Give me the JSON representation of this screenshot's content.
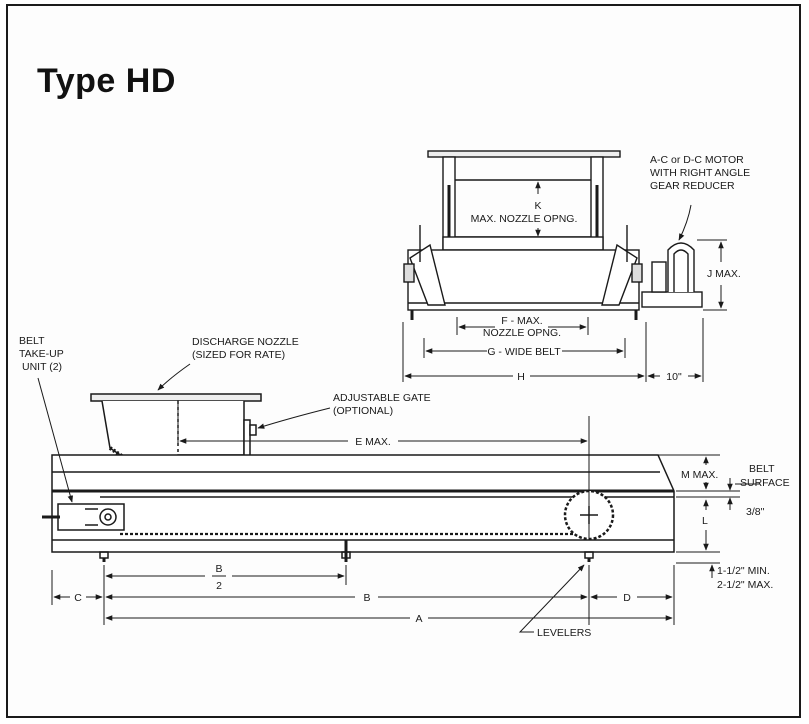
{
  "title": "Type HD",
  "labels": {
    "motor": [
      "A-C  or  D-C MOTOR",
      "WITH RIGHT ANGLE",
      "GEAR REDUCER"
    ],
    "k": [
      "K",
      "MAX. NOZZLE OPNG."
    ],
    "j": "J MAX.",
    "f": [
      "F - MAX.",
      "NOZZLE OPNG."
    ],
    "g": "G - WIDE BELT",
    "h": "H",
    "ten": "10\"",
    "take_up": [
      "BELT",
      "TAKE-UP",
      "UNIT (2)"
    ],
    "nozzle": [
      "DISCHARGE NOZZLE",
      "(SIZED FOR RATE)"
    ],
    "gate": [
      "ADJUSTABLE  GATE",
      "(OPTIONAL)"
    ],
    "e": "E  MAX.",
    "m": "M  MAX.",
    "belt_surface": [
      "BELT",
      "SURFACE"
    ],
    "three_eighths": "3/8\"",
    "l": "L",
    "clearance": [
      "1-1/2\" MIN.",
      "2-1/2\" MAX."
    ],
    "b_half": [
      "B",
      "2"
    ],
    "c": "C",
    "b": "B",
    "d": "D",
    "a": "A",
    "levelers": "LEVELERS"
  }
}
